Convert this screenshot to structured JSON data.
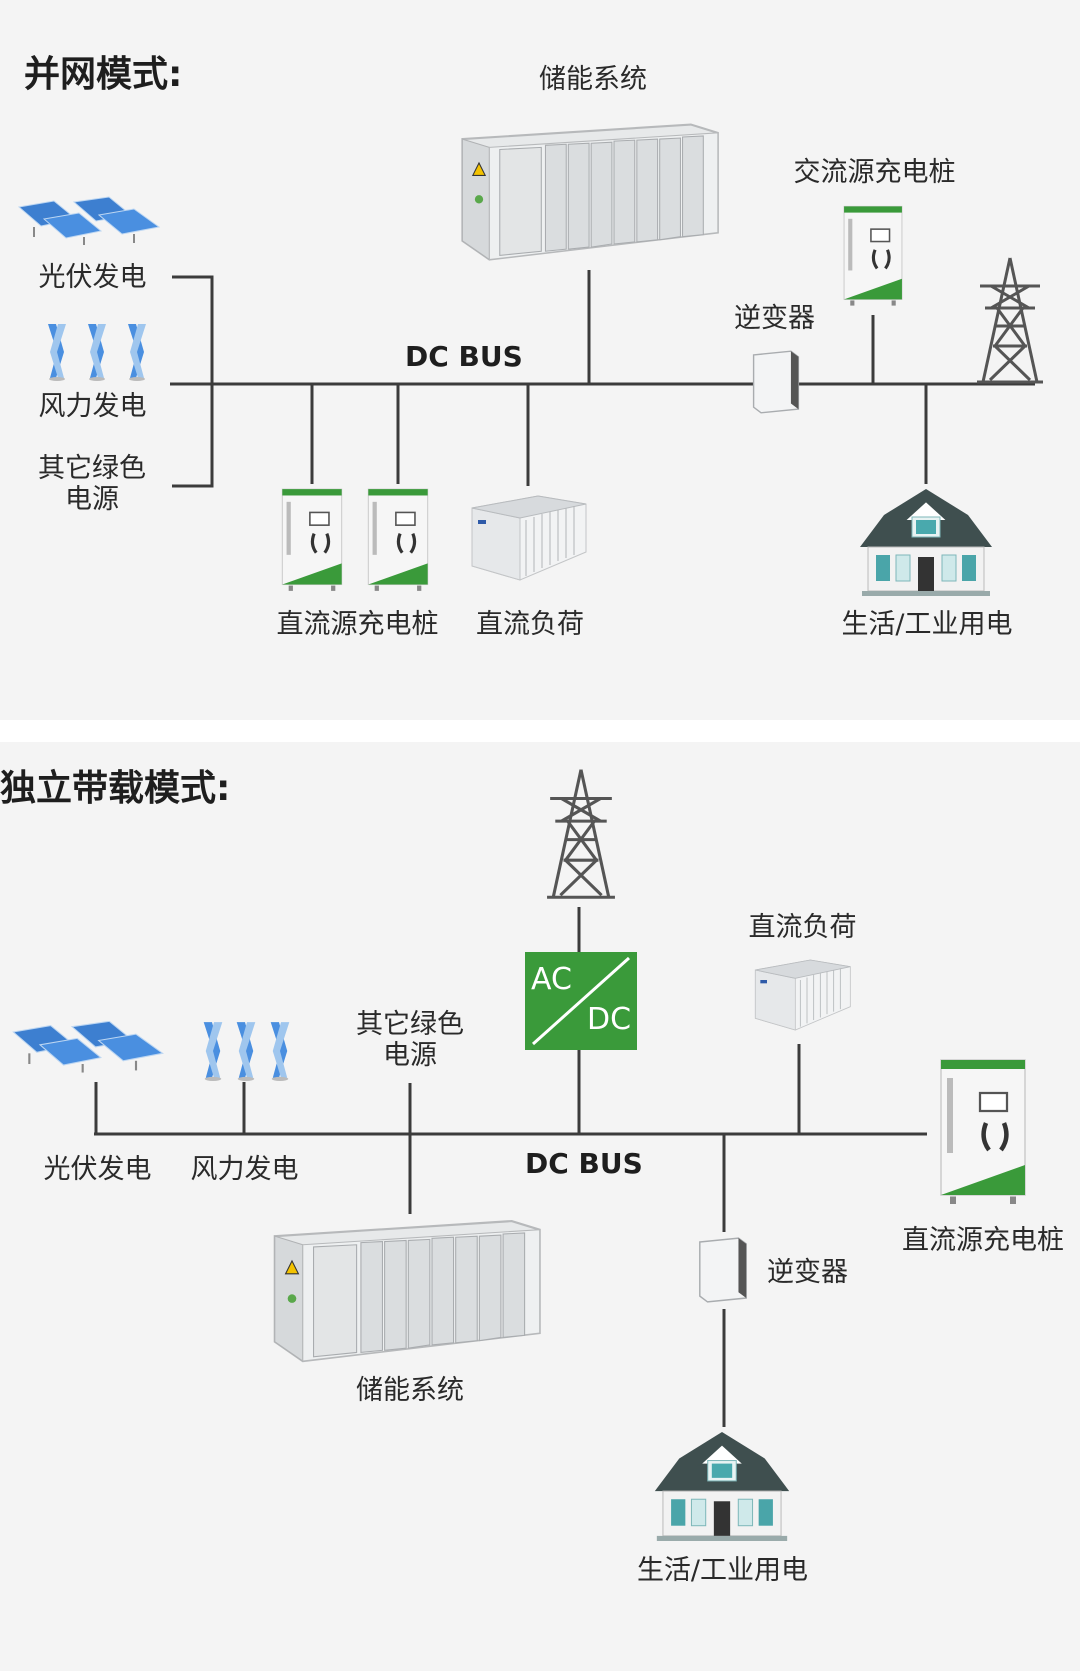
{
  "grid_mode": {
    "title": "并网模式:",
    "bus_label": "DC BUS",
    "storage_label": "储能系统",
    "ac_charger_label": "交流源充电桩",
    "inverter_label": "逆变器",
    "solar_label": "光伏发电",
    "wind_label": "风力发电",
    "other_green_label": "其它绿色电源",
    "dc_charger_label": "直流源充电桩",
    "dc_load_label": "直流负荷",
    "home_label": "生活/工业用电"
  },
  "island_mode": {
    "title": "独立带载模式:",
    "bus_label": "DC BUS",
    "converter_ac": "AC",
    "converter_dc": "DC",
    "dc_load_label": "直流负荷",
    "other_green_label": "其它绿色电源",
    "solar_label": "光伏发电",
    "wind_label": "风力发电",
    "dc_charger_label": "直流源充电桩",
    "inverter_label": "逆变器",
    "storage_label": "储能系统",
    "home_label": "生活/工业用电"
  },
  "colors": {
    "panel_bg": "#f4f4f4",
    "line": "#555555",
    "green": "#3a9a3a",
    "solar_blue": "#3d7fd0",
    "house_roof": "#3f4f4f"
  }
}
